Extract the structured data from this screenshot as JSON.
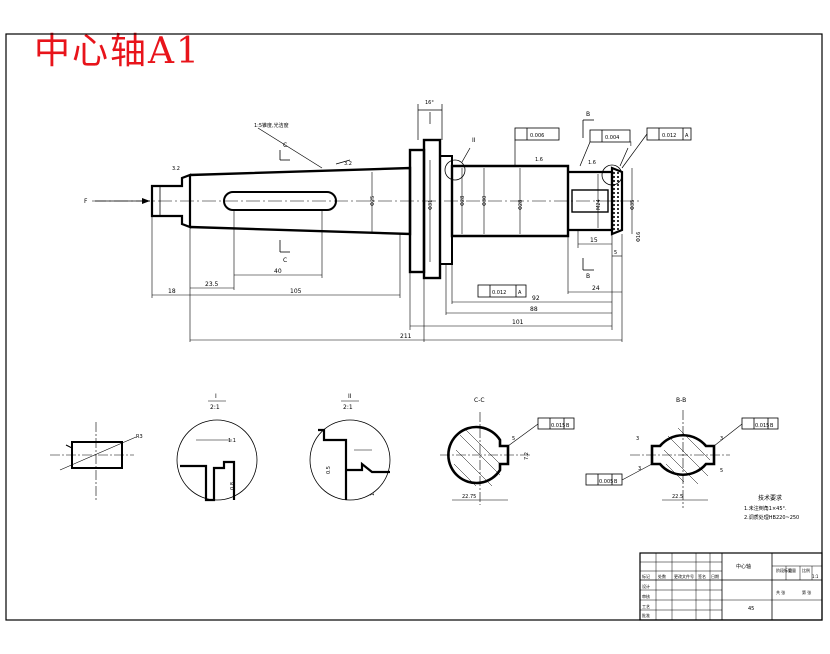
{
  "title": "中心轴A1",
  "labels": {
    "taper_note": "1:5锥度,光洁度",
    "arrow_f": "F",
    "roughness_1": "3.2",
    "roughness_2": "3.2",
    "roughness_3": "1.6",
    "roughness_4": "1.6",
    "section_c_top": "C",
    "section_c_bot": "C",
    "section_b_top": "B",
    "section_b_bot": "B",
    "detail_i_tag": "I",
    "detail_ii_tag": "II",
    "angle_top": "16°",
    "tol_perp": "0.006",
    "tol_runout_1": "0.004",
    "tol_round": "0.012",
    "tol_runout_2": "0.012",
    "tol_sym_c": "0.015",
    "tol_sym_b": "0.015",
    "tol_flat_b": "0.005",
    "datum_a": "A",
    "datum_b": "B",
    "dim_18": "18",
    "dim_23_5": "23.5",
    "dim_40": "40",
    "dim_105": "105",
    "dim_92": "92",
    "dim_88": "88",
    "dim_101": "101",
    "dim_211": "211",
    "dim_24": "24",
    "dim_15": "15",
    "dim_5": "5",
    "dim_d1": "Φ25",
    "dim_d2": "Φ31",
    "dim_d3": "Φ28",
    "dim_d4": "Φ30",
    "dim_d5": "Φ28",
    "dim_d6": "Φ35",
    "dim_d7": "M24",
    "dim_d8": "Φ16",
    "view_i_label": "I",
    "view_i_scale": "2:1",
    "view_ii_label": "II",
    "view_ii_scale": "2:1",
    "view_cc_label": "C-C",
    "view_bb_label": "B-B",
    "cc_dim": "22.75",
    "bb_dim": "22.5",
    "key_dim": "R3",
    "i_dim1": "1.1",
    "i_dim2": "0.8",
    "ii_dim1": "0.5",
    "ii_dim2": "1",
    "cc_w": "7.2",
    "cc_slot": "5",
    "bb_w1": "3",
    "bb_w2": "3",
    "bb_s1": "3",
    "bb_s2": "5",
    "tech_title": "技术要求",
    "tech_line1": "1.未注倒角1×45°.",
    "tech_line2": "2.调质处理HB220~250",
    "tb_part_name": "中心轴",
    "tb_material": "45",
    "tb_r1c1": "标记",
    "tb_r1c2": "处数",
    "tb_r1c3": "更改文件号",
    "tb_r1c4": "签名",
    "tb_r1c5": "日期",
    "tb_r2c1": "设计",
    "tb_r3c1": "审核",
    "tb_r4c1": "工艺",
    "tb_r5c1": "批准",
    "tb_h1": "阶段标记",
    "tb_h2": "重量",
    "tb_h3": "比例",
    "tb_ratio": "1:1",
    "tb_sheet": "共 张",
    "tb_page": "第 张"
  }
}
